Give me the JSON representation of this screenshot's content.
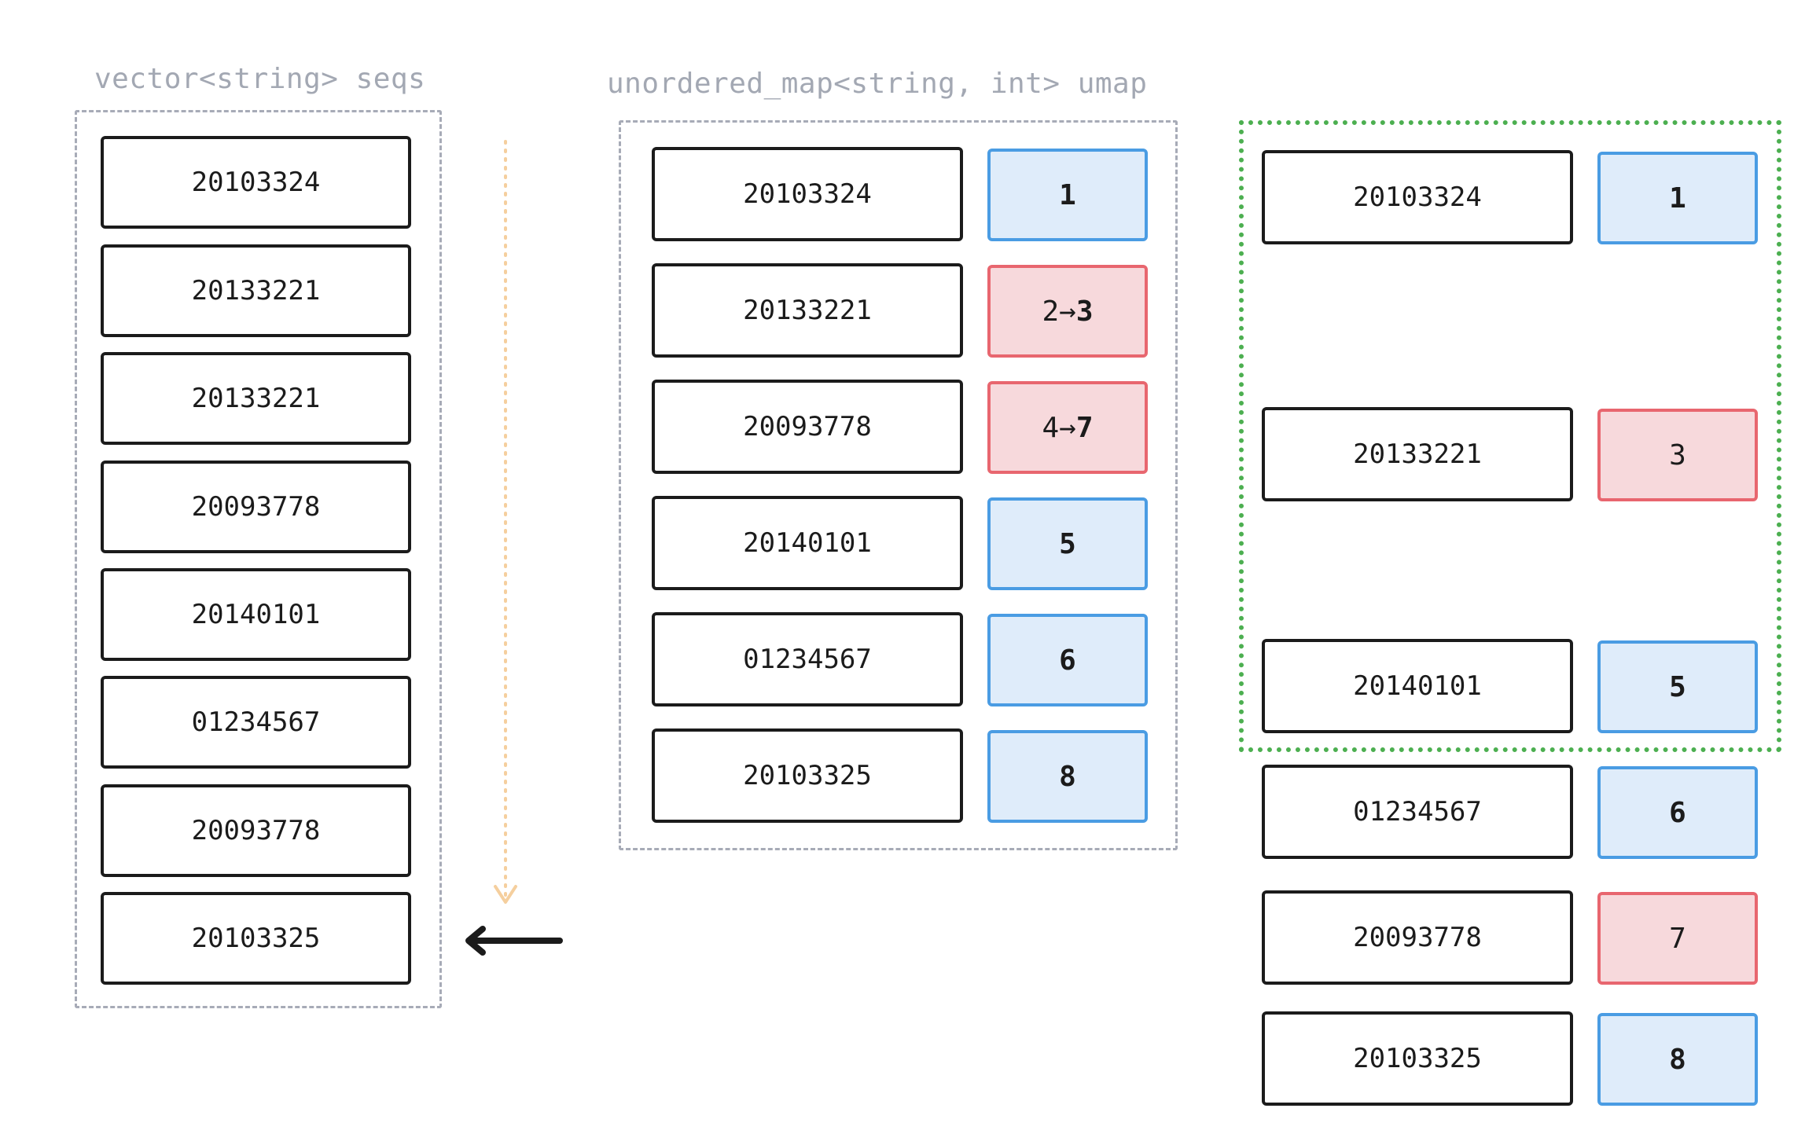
{
  "vector": {
    "label": "vector<string> seqs",
    "items": [
      "20103324",
      "20133221",
      "20133221",
      "20093778",
      "20140101",
      "01234567",
      "20093778",
      "20103325"
    ]
  },
  "umap": {
    "label": "unordered_map<string, int> umap",
    "rows": [
      {
        "key": "20103324",
        "value": "1",
        "color": "blue"
      },
      {
        "key": "20133221",
        "from": "2",
        "arrow": "→",
        "to": "3",
        "color": "red"
      },
      {
        "key": "20093778",
        "from": "4",
        "arrow": "→",
        "to": "7",
        "color": "red"
      },
      {
        "key": "20140101",
        "value": "5",
        "color": "blue"
      },
      {
        "key": "01234567",
        "value": "6",
        "color": "blue"
      },
      {
        "key": "20103325",
        "value": "8",
        "color": "blue"
      }
    ]
  },
  "result": {
    "rows": [
      {
        "key": "20103324",
        "value": "1",
        "color": "blue"
      },
      {
        "key": "20133221",
        "value": "3",
        "color": "red"
      },
      {
        "key": "20140101",
        "value": "5",
        "color": "blue"
      },
      {
        "key": "01234567",
        "value": "6",
        "color": "blue"
      },
      {
        "key": "20093778",
        "value": "7",
        "color": "red"
      },
      {
        "key": "20103325",
        "value": "8",
        "color": "blue"
      }
    ]
  },
  "colors": {
    "blue_fill": "#dfecfa",
    "blue_border": "#4a9ce3",
    "red_fill": "#f7d9dc",
    "red_border": "#e8666f",
    "dashed_border": "#a7abb7",
    "highlight_border": "#4caf50",
    "scan_arrow": "#f5cf9e",
    "pointer_arrow": "#1b1b1b"
  }
}
